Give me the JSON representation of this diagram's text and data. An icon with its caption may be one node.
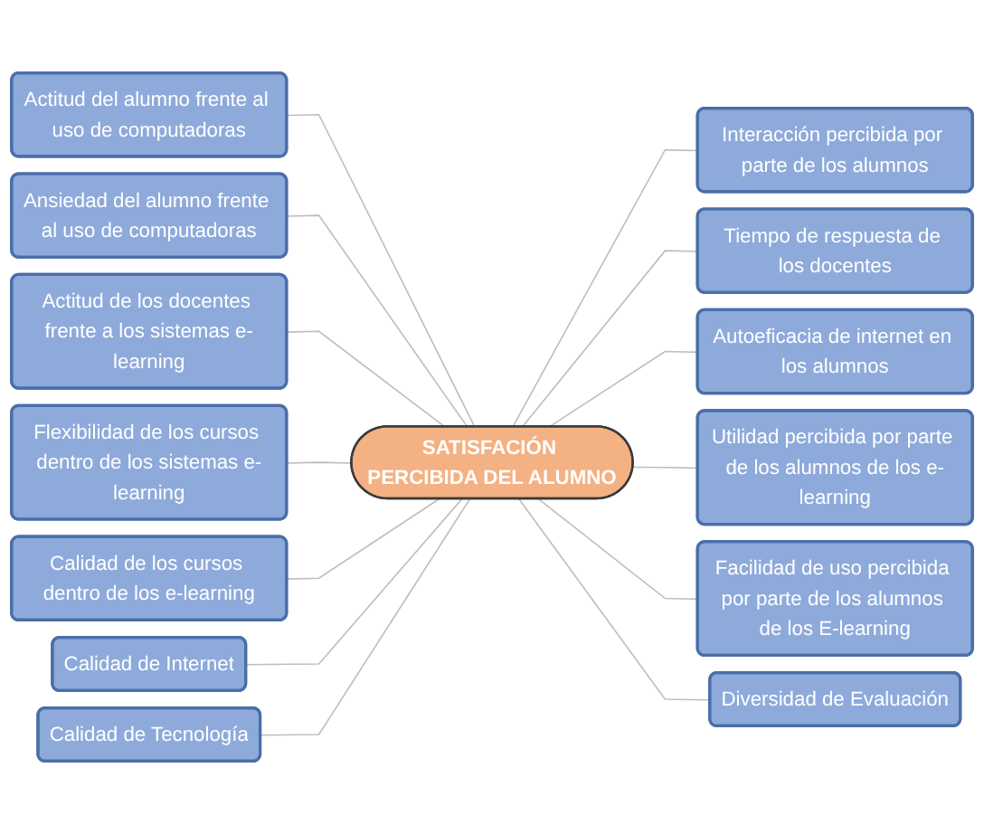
{
  "diagram": {
    "nodes": [
      {
        "text": [
          "Actitud del alumno frente al uso de computadoras"
        ]
      },
      {
        "text": [
          "Ansiedad del alumno frente al uso de computadoras"
        ]
      },
      {
        "text": [
          "Actitud de los docentes frente a los sistemas e-learning"
        ]
      },
      {
        "text": [
          "Flexibilidad de los cursos dentro de los sistemas e-learning"
        ]
      },
      {
        "text": [
          "Calidad de los cursos dentro de los e-learning"
        ]
      },
      {
        "text": [
          "Calidad de Internet"
        ]
      },
      {
        "text": [
          "Calidad de Tecnología"
        ]
      },
      {
        "text": [
          "Interacción percibida por parte de los alumnos"
        ]
      },
      {
        "text": [
          "Tiempo de respuesta de los docentes"
        ]
      },
      {
        "text": [
          "Autoeficacia de internet en los alumnos"
        ]
      },
      {
        "text": [
          "Utilidad percibida por parte de los alumnos de los e-learning"
        ]
      },
      {
        "text": [
          "Facilidad de uso percibida por parte de los alumnos de los E-learning"
        ]
      },
      {
        "text": [
          "Diversidad de Evaluación"
        ]
      },
      {
        "text": [
          "SATISFACIÓN PERCIBIDA DEL ALUMNO"
        ]
      }
    ],
    "edges": [
      {
        "from": 0,
        "to": 13,
        "arrow": "none"
      },
      {
        "from": 1,
        "to": 13,
        "arrow": "none"
      },
      {
        "from": 2,
        "to": 13,
        "arrow": "none"
      },
      {
        "from": 3,
        "to": 13,
        "arrow": "none"
      },
      {
        "from": 4,
        "to": 13,
        "arrow": "none"
      },
      {
        "from": 5,
        "to": 13,
        "arrow": "none"
      },
      {
        "from": 6,
        "to": 13,
        "arrow": "none"
      },
      {
        "from": 13,
        "to": 7,
        "arrow": "none"
      },
      {
        "from": 13,
        "to": 8,
        "arrow": "none"
      },
      {
        "from": 13,
        "to": 9,
        "arrow": "none"
      },
      {
        "from": 13,
        "to": 10,
        "arrow": "none"
      },
      {
        "from": 13,
        "to": 11,
        "arrow": "none"
      },
      {
        "from": 13,
        "to": 12,
        "arrow": "none"
      }
    ]
  }
}
